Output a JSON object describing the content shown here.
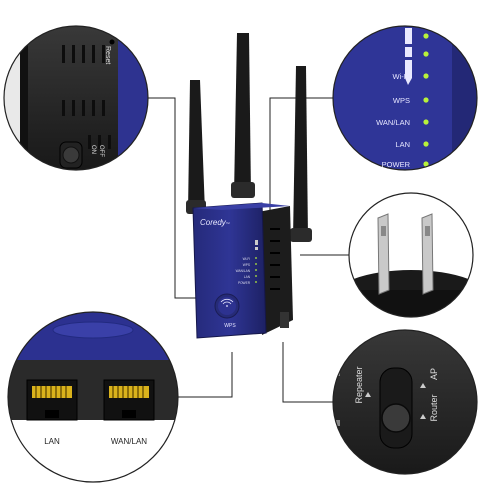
{
  "device": {
    "brand": "Coredy",
    "brand_mark": "™",
    "wps_label": "WPS",
    "small_labels": [
      "Wi-Fi",
      "WPS",
      "WAN/LAN",
      "LAN",
      "POWER"
    ]
  },
  "callouts": {
    "reset_switch": {
      "reset_label": "Reset",
      "on_label": "ON",
      "off_label": "OFF"
    },
    "indicator_leds": {
      "labels": [
        "Wi-Fi",
        "WPS",
        "WAN/LAN",
        "LAN",
        "POWER"
      ]
    },
    "ethernet_ports": {
      "lan_label": "LAN",
      "wan_lan_label": "WAN/LAN"
    },
    "mode_switch": {
      "repeater_label": "Repeater",
      "ap_label": "AP",
      "router_label": "Router"
    }
  },
  "colors": {
    "device_blue": "#2a2f86",
    "device_dark": "#1b1e5a",
    "led_green": "#b8f23a",
    "port_yellow": "#d9b21c",
    "plastic_black": "#2a2a2a",
    "outline": "#222222"
  }
}
